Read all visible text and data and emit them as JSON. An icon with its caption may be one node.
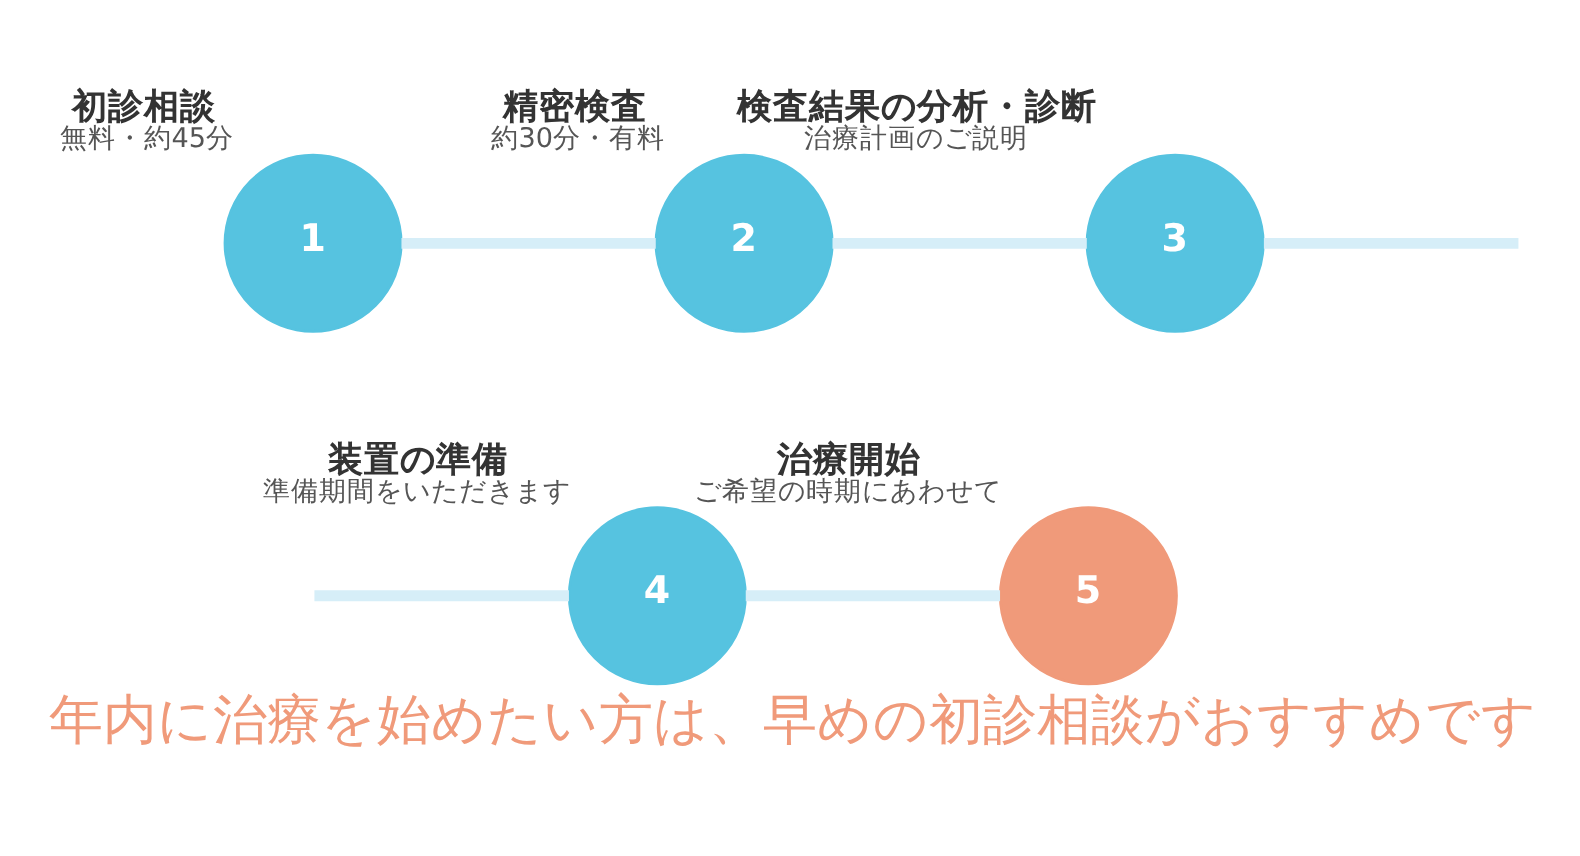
{
  "diagram": {
    "caption": "年内に治療を始めたい方は、早めの初診相談がおすすめです",
    "nodes": [
      {
        "text": [
          "1",
          "初診相談",
          "無料・約45分"
        ]
      },
      {
        "text": [
          "2",
          "精密検査",
          "約30分・有料"
        ]
      },
      {
        "text": [
          "3",
          "検査結果の分析・診断",
          "治療計画のご説明"
        ]
      },
      {
        "text": [
          "4",
          "装置の準備",
          "準備期間をいただきます"
        ]
      },
      {
        "text": [
          "5",
          "治療開始",
          "ご希望の時期にあわせて"
        ]
      }
    ],
    "edges": [
      {
        "from": 0,
        "to": 1,
        "arrow": "none"
      },
      {
        "from": 1,
        "to": 2,
        "arrow": "none"
      },
      {
        "from": 2,
        "to": null,
        "arrow": "none"
      },
      {
        "from": null,
        "to": 3,
        "arrow": "none"
      },
      {
        "from": 3,
        "to": 4,
        "arrow": "none"
      }
    ]
  }
}
